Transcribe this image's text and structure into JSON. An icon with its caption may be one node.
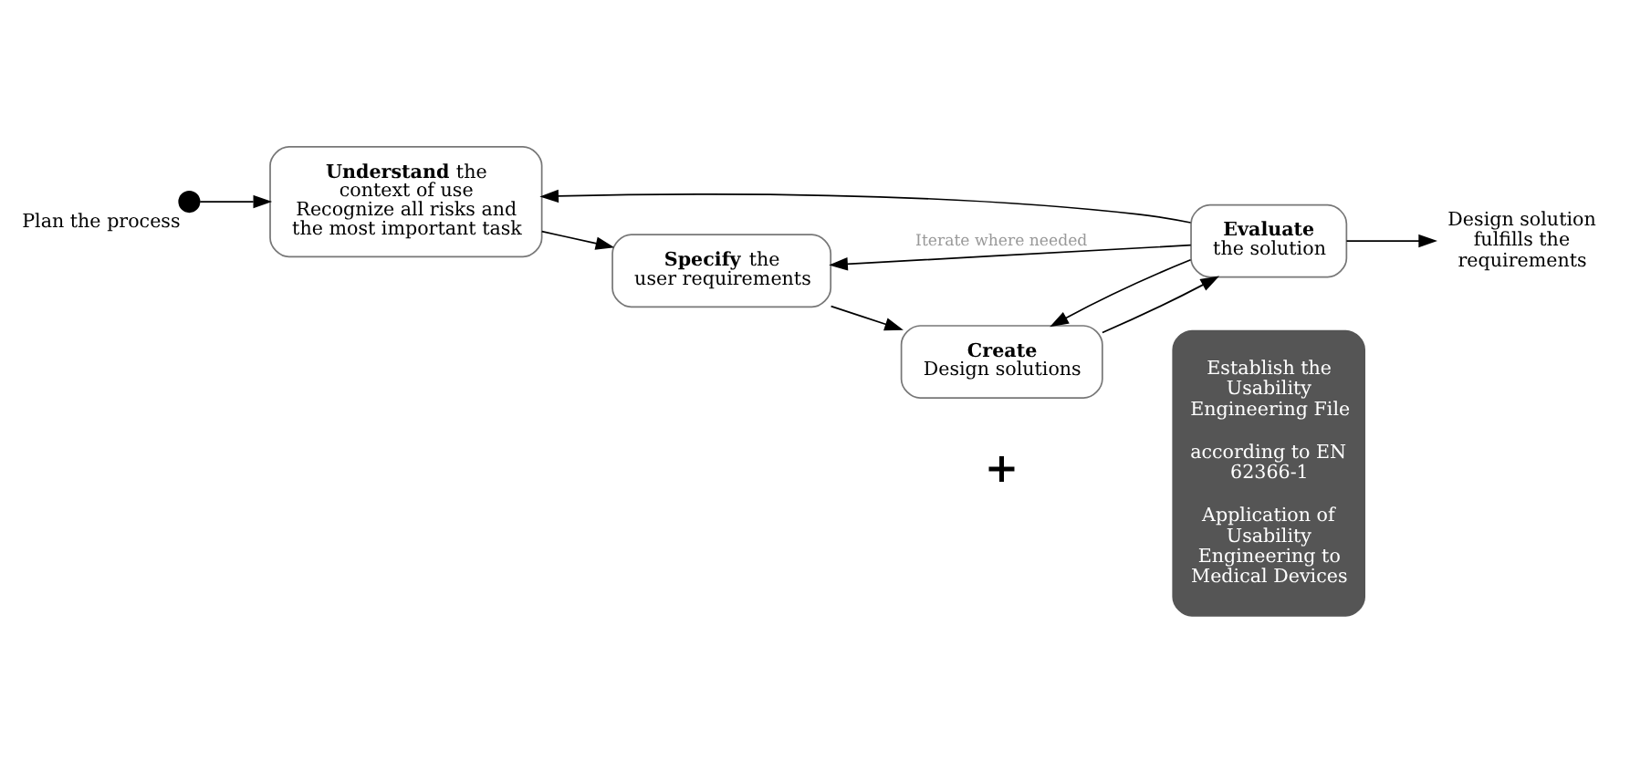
{
  "diagram": {
    "nodes": [
      {
        "text": [],
        "shape": "circle",
        "beside": [
          "Plan the process"
        ]
      },
      {
        "text": [
          "**Understand** the context of use",
          "Recognize all risks and the most important task"
        ]
      },
      {
        "text": [
          "**Specify** the user requirements"
        ]
      },
      {
        "text": [
          "Create",
          "Design solutions"
        ]
      },
      {
        "text": [
          "Evaluate",
          "the solution"
        ]
      },
      {
        "text": [
          "Design solution fulfills the requirements"
        ]
      },
      {
        "text": [
          "Establish the Usability Engineering File",
          "according to EN 62366-1",
          "Application of Usability Engineering to Medical Devices"
        ]
      }
    ],
    "edges": [
      {
        "from": 0,
        "to": 1,
        "arrow": "to"
      },
      {
        "from": 1,
        "to": 2,
        "arrow": "to"
      },
      {
        "from": 2,
        "to": 3,
        "arrow": "to"
      },
      {
        "from": 3,
        "to": 4,
        "arrow": "to"
      },
      {
        "from": 4,
        "to": 1,
        "arrow": "to"
      },
      {
        "from": 4,
        "to": 2,
        "arrow": "to",
        "label": "Iterate where needed"
      },
      {
        "from": 4,
        "to": 3,
        "arrow": "to"
      },
      {
        "from": 4,
        "to": 5,
        "arrow": "to"
      }
    ],
    "labels": [
      "+"
    ]
  }
}
